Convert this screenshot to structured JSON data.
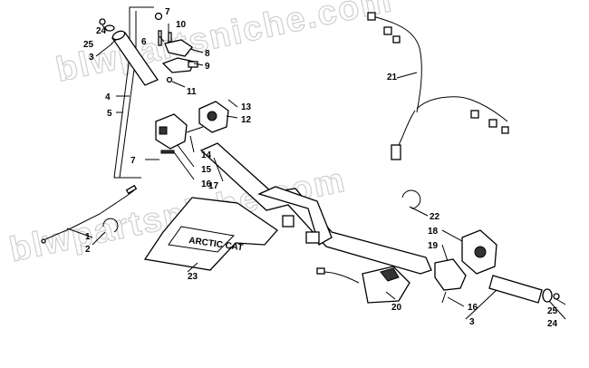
{
  "watermark": {
    "top": "blwpartsniche.com",
    "bottom": "blwpartsniche.com"
  },
  "decal_text": "ARCTIC CAT",
  "callouts": {
    "c1": "1",
    "c2": "2",
    "c3a": "3",
    "c3b": "3",
    "c4": "4",
    "c5": "5",
    "c6": "6",
    "c7a": "7",
    "c7b": "7",
    "c8": "8",
    "c9": "9",
    "c10": "10",
    "c11": "11",
    "c12": "12",
    "c13": "13",
    "c14": "14",
    "c15": "15",
    "c16a": "16",
    "c16b": "16",
    "c17": "17",
    "c18": "18",
    "c19": "19",
    "c20": "20",
    "c21": "21",
    "c22": "22",
    "c23": "23",
    "c24a": "24",
    "c24b": "24",
    "c25a": "25",
    "c25b": "25"
  }
}
